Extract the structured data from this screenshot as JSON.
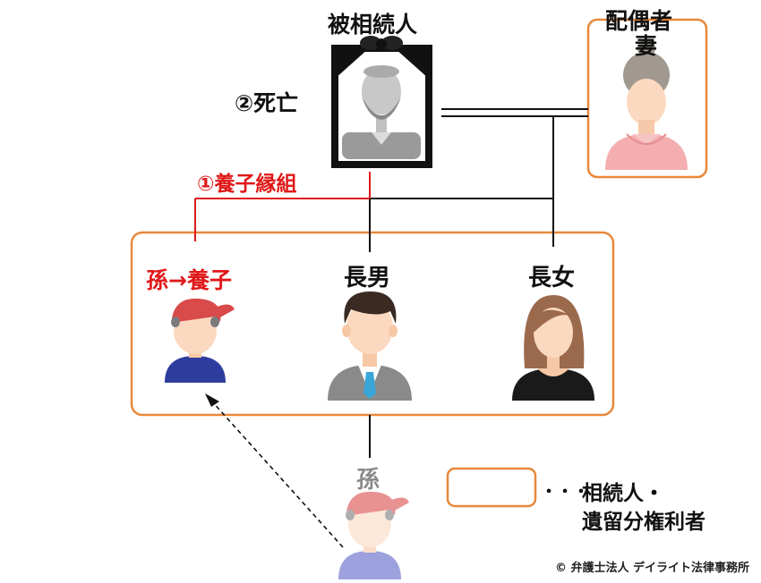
{
  "decedent": {
    "label": "被相続人",
    "death_label": "②死亡"
  },
  "spouse": {
    "line1": "配偶者",
    "line2": "妻"
  },
  "adoption_label": "①養子縁組",
  "children": [
    {
      "label": "孫→養子"
    },
    {
      "label": "長男"
    },
    {
      "label": "長女"
    }
  ],
  "grandchild": {
    "label": "孫"
  },
  "legend": {
    "dots": "・・・",
    "line1": "相続人・",
    "line2": "遺留分権利者"
  },
  "copyright": "© 弁護士法人 デイライト法律事務所",
  "colors": {
    "box": "#e8883a",
    "red": "#e01818",
    "line": "#111111"
  }
}
